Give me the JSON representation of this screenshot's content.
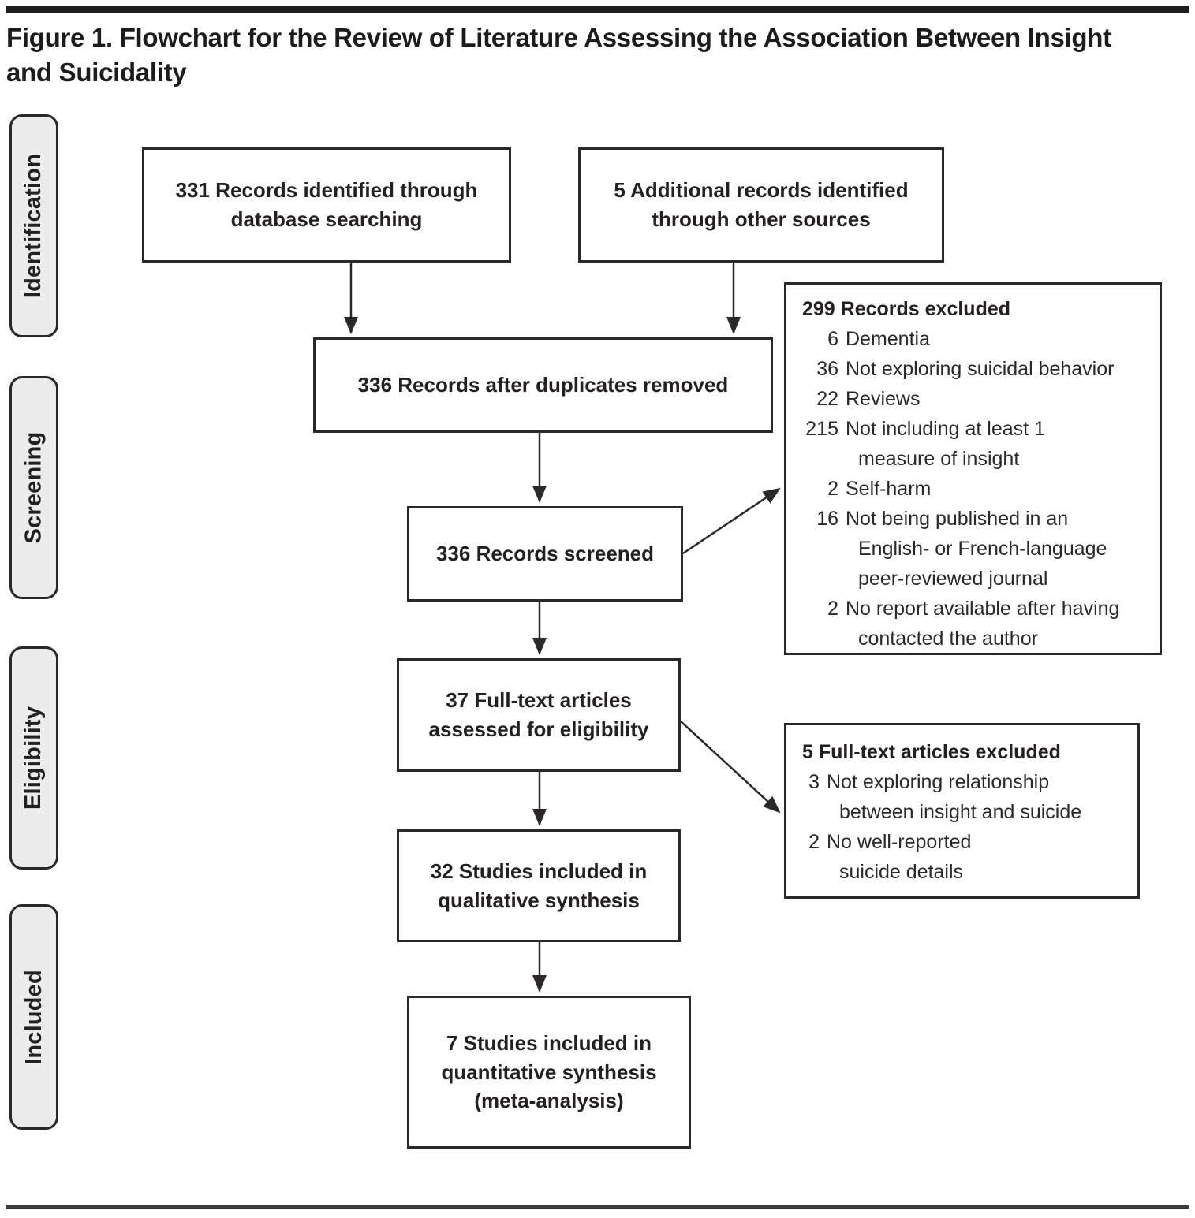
{
  "figure": {
    "title": "Figure 1. Flowchart for the Review of Literature Assessing the Association Between Insight\nand Suicidality"
  },
  "stages": {
    "identification": "Identification",
    "screening": "Screening",
    "eligibility": "Eligibility",
    "included": "Included"
  },
  "flow": {
    "identified_db": "331 Records identified through\ndatabase searching",
    "identified_other": "5 Additional records identified\nthrough other sources",
    "after_duplicates": "336 Records after duplicates removed",
    "screened": "336 Records screened",
    "fulltext_assessed": "37 Full-text articles\nassessed for eligibility",
    "qualitative": "32 Studies included in\nqualitative synthesis",
    "quantitative": "7 Studies included in\nquantitative synthesis\n(meta-analysis)"
  },
  "records_excluded": {
    "title": "299 Records excluded",
    "items": [
      {
        "count": "6",
        "reason": "Dementia"
      },
      {
        "count": "36",
        "reason": "Not exploring suicidal behavior"
      },
      {
        "count": "22",
        "reason": "Reviews"
      },
      {
        "count": "215",
        "reason": "Not including at least 1\nmeasure of insight"
      },
      {
        "count": "2",
        "reason": "Self-harm"
      },
      {
        "count": "16",
        "reason": "Not being published in an\nEnglish- or French-language\npeer-reviewed journal"
      },
      {
        "count": "2",
        "reason": "No report available after having\ncontacted the author"
      }
    ]
  },
  "fulltext_excluded": {
    "title": "5 Full-text articles excluded",
    "items": [
      {
        "count": "3",
        "reason": "Not exploring relationship\nbetween insight and suicide"
      },
      {
        "count": "2",
        "reason": "No well-reported\nsuicide details"
      }
    ]
  }
}
